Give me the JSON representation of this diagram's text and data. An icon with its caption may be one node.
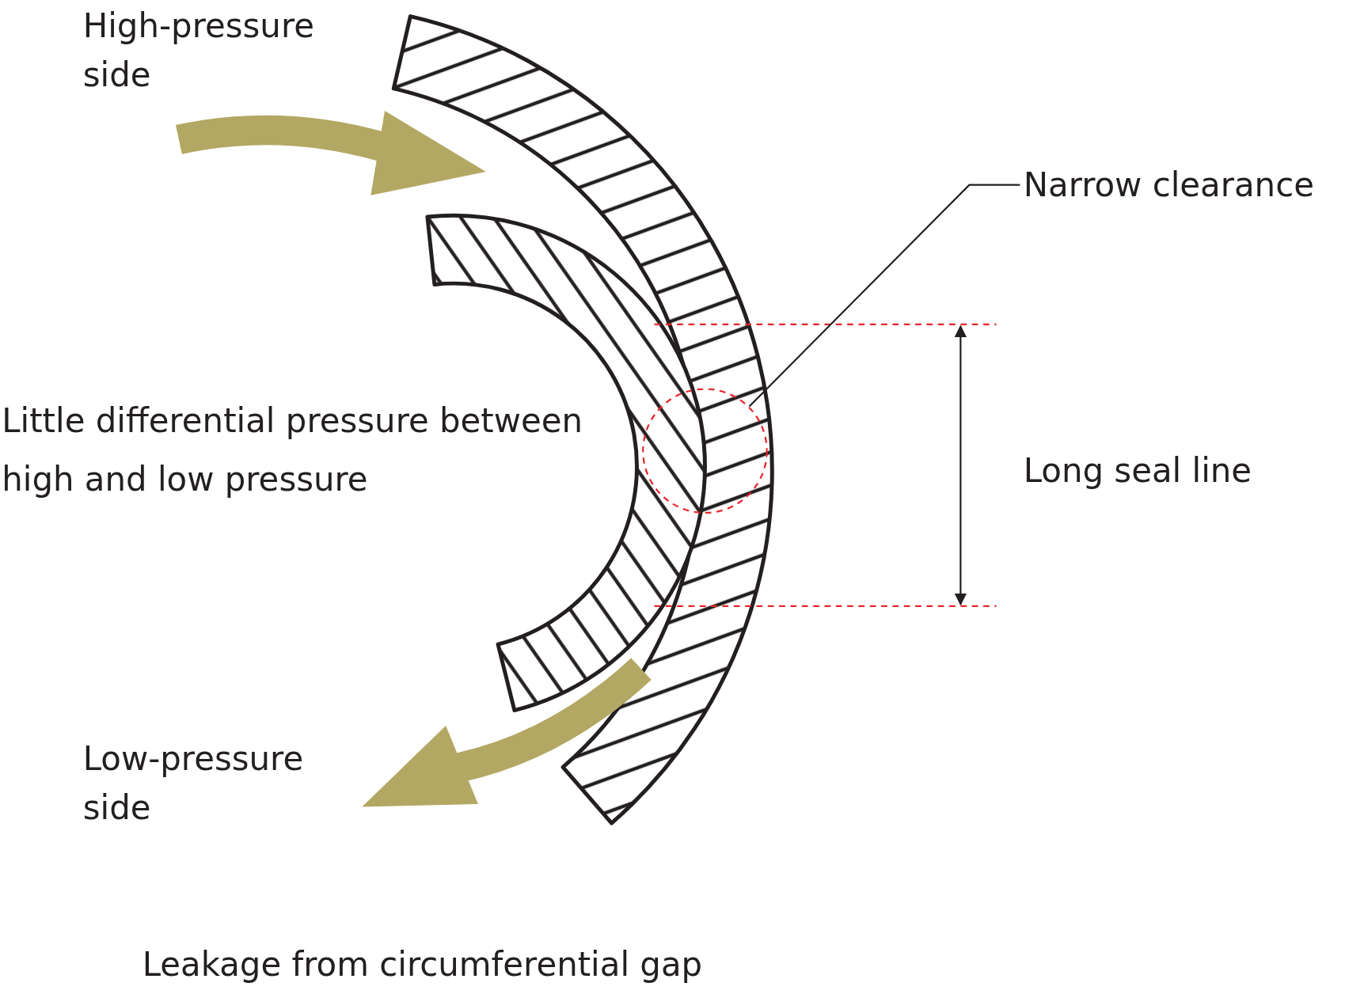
{
  "diagram": {
    "caption": "Leakage from circumferential gap",
    "nodes": [
      {
        "text": [
          "Narrow clearance"
        ]
      },
      {
        "text": [],
        "shape": "circle"
      }
    ],
    "edges": [
      {
        "from": 0,
        "to": 1,
        "arrow": "none"
      }
    ],
    "labels": [
      "High-pressure side",
      "Little differential pressure between high and low pressure",
      "Low-pressure side",
      "Long seal line"
    ]
  }
}
